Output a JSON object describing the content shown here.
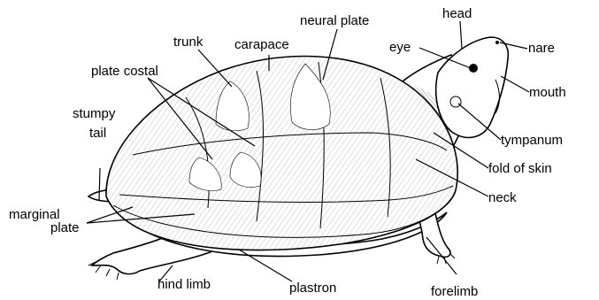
{
  "labels": {
    "head": "head",
    "neural_plate": "neural plate",
    "trunk": "trunk",
    "carapace": "carapace",
    "eye": "eye",
    "nare": "nare",
    "plate_costal": "plate costal",
    "mouth": "mouth",
    "stumpy": "stumpy",
    "tail": "tail",
    "tympanum": "tympanum",
    "fold_of_skin": "fold of skin",
    "marginal": "marginal",
    "plate": "plate",
    "neck": "neck",
    "hind_limb": "hind limb",
    "plastron": "plastron",
    "forelimb": "forelimb"
  }
}
